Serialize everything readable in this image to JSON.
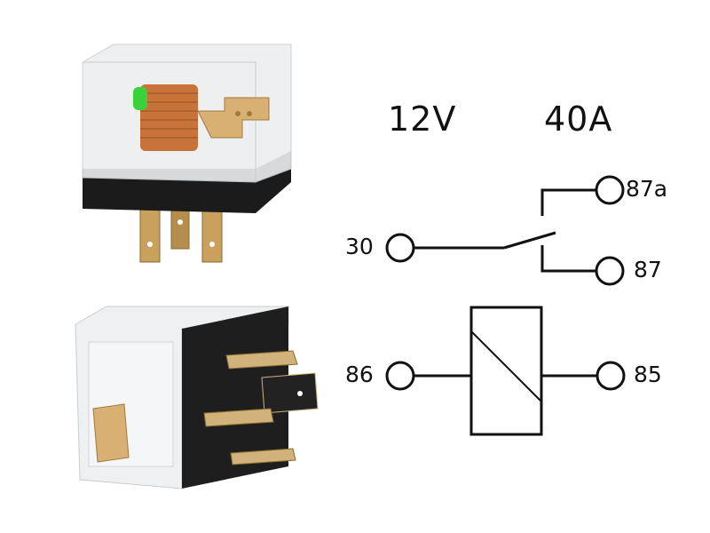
{
  "specs": {
    "voltage": "12V",
    "current": "40A"
  },
  "terminals": {
    "t30": "30",
    "t87a": "87a",
    "t87": "87",
    "t86": "86",
    "t85": "85"
  },
  "photos": {
    "top": "relay-transparent-with-led",
    "bottom": "relay-pin-side-view"
  },
  "colors": {
    "line": "#111111",
    "led": "#3ad13a",
    "coil": "#c8733a",
    "contacts": "#d9b074",
    "base": "#1b1b1b"
  }
}
